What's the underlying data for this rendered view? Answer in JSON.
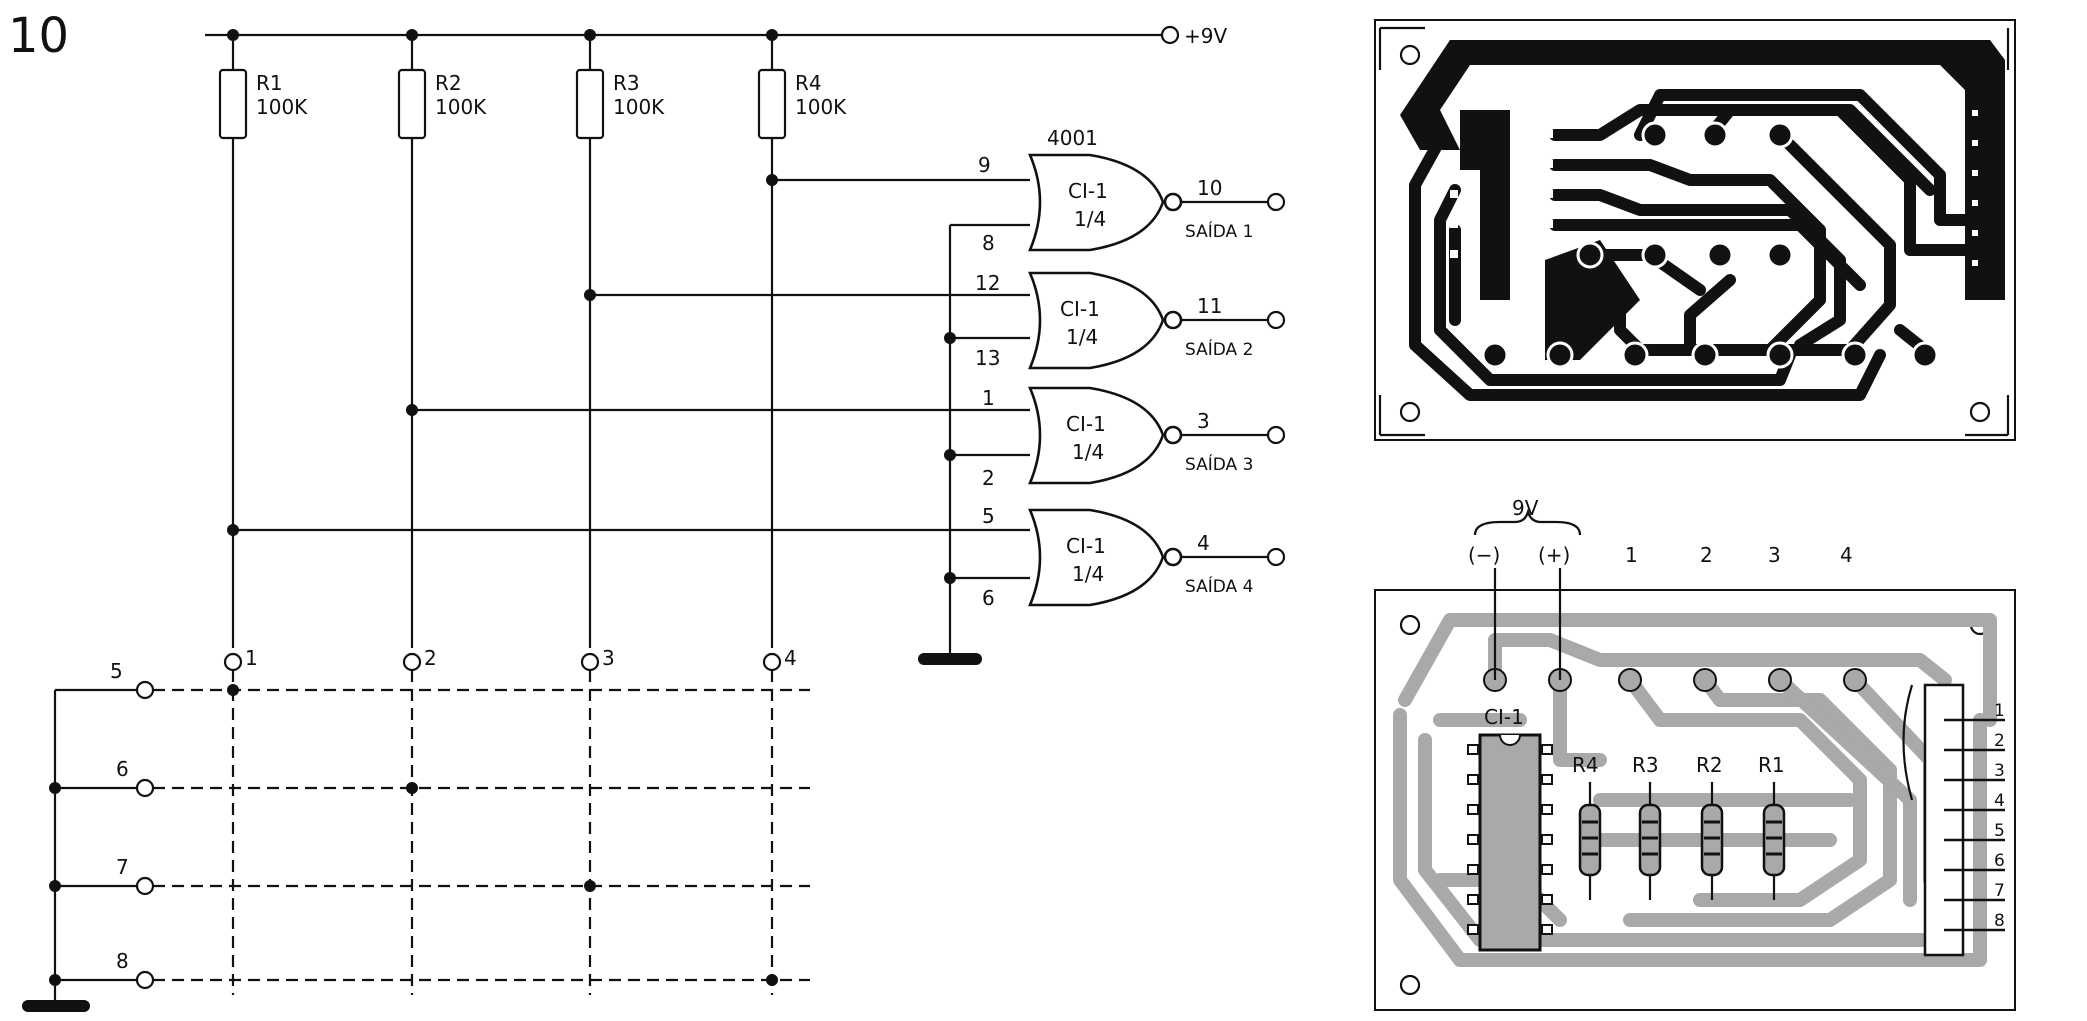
{
  "figure_number": "10",
  "supply": {
    "label": "+9V"
  },
  "resistors": [
    {
      "ref": "R1",
      "value": "100K"
    },
    {
      "ref": "R2",
      "value": "100K"
    },
    {
      "ref": "R3",
      "value": "100K"
    },
    {
      "ref": "R4",
      "value": "100K"
    }
  ],
  "ic": {
    "part": "4001"
  },
  "gates": [
    {
      "name": "CI-1",
      "fraction": "1/4",
      "in_a": "9",
      "in_b": "8",
      "out": "10",
      "output_label": "SAÍDA 1"
    },
    {
      "name": "CI-1",
      "fraction": "1/4",
      "in_a": "12",
      "in_b": "13",
      "out": "11",
      "output_label": "SAÍDA 2"
    },
    {
      "name": "CI-1",
      "fraction": "1/4",
      "in_a": "1",
      "in_b": "2",
      "out": "3",
      "output_label": "SAÍDA 3"
    },
    {
      "name": "CI-1",
      "fraction": "1/4",
      "in_a": "5",
      "in_b": "6",
      "out": "4",
      "output_label": "SAÍDA 4"
    }
  ],
  "column_terminals": [
    "1",
    "2",
    "3",
    "4"
  ],
  "row_terminals": [
    "5",
    "6",
    "7",
    "8"
  ],
  "component_side": {
    "supply_label": "9V",
    "minus_label": "(−)",
    "plus_label": "(+)",
    "input_pads": [
      "1",
      "2",
      "3",
      "4"
    ],
    "ic_label": "CI-1",
    "resistor_labels": [
      "R4",
      "R3",
      "R2",
      "R1"
    ],
    "connector_pins": [
      "1",
      "2",
      "3",
      "4",
      "5",
      "6",
      "7",
      "8"
    ]
  }
}
